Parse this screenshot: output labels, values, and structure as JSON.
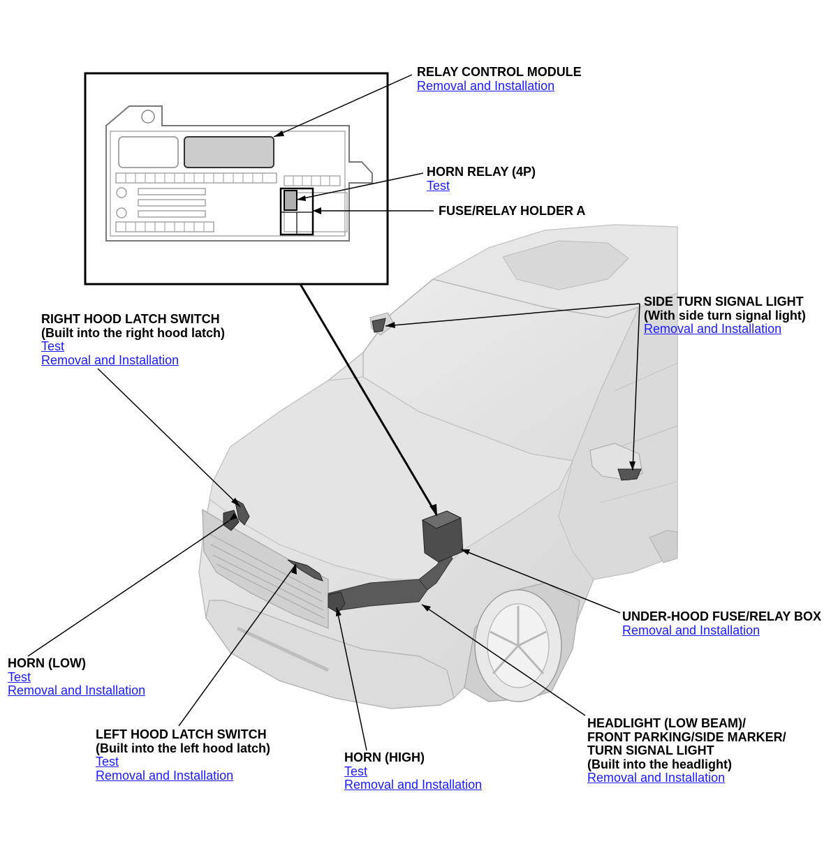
{
  "colors": {
    "link": "#1a1aff",
    "car_body": "#e2e2e2",
    "car_shadow": "#c9c9c9",
    "component": "#555555",
    "lines": "#000000"
  },
  "callouts": {
    "relay_control_module": {
      "title": "RELAY CONTROL MODULE",
      "link1": "Removal and Installation"
    },
    "horn_relay": {
      "title": "HORN RELAY (4P)",
      "link1": "Test"
    },
    "fuse_relay_holder": {
      "title": "FUSE/RELAY HOLDER A"
    },
    "side_turn_signal": {
      "title": "SIDE TURN SIGNAL LIGHT",
      "subtitle": "(With side turn signal light)",
      "link1": "Removal and Installation"
    },
    "right_hood_latch": {
      "title": "RIGHT HOOD LATCH SWITCH",
      "subtitle": "(Built into the right hood latch)",
      "link1": "Test",
      "link2": "Removal and Installation"
    },
    "under_hood_box": {
      "title": "UNDER-HOOD FUSE/RELAY BOX",
      "link1": "Removal and Installation"
    },
    "horn_low": {
      "title": "HORN (LOW)",
      "link1": "Test",
      "link2": "Removal and Installation"
    },
    "left_hood_latch": {
      "title": "LEFT HOOD LATCH SWITCH",
      "subtitle": "(Built into the left hood latch)",
      "link1": "Test",
      "link2": "Removal and Installation"
    },
    "horn_high": {
      "title": "HORN (HIGH)",
      "link1": "Test",
      "link2": "Removal and Installation"
    },
    "headlight": {
      "title1": "HEADLIGHT (LOW BEAM)/",
      "title2": "FRONT PARKING/SIDE MARKER/",
      "title3": "TURN SIGNAL LIGHT",
      "subtitle": "(Built into the headlight)",
      "link1": "Removal and Installation"
    }
  }
}
